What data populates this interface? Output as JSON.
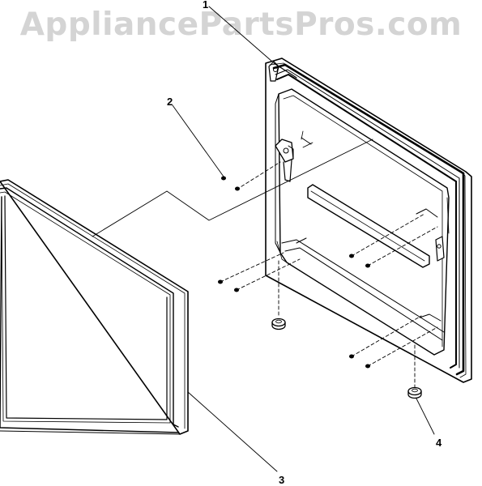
{
  "watermark": "AppliancePartsPros.com",
  "callouts": {
    "door_assembly": "1",
    "screw": "2",
    "gasket": "3",
    "door_stop": "4"
  }
}
